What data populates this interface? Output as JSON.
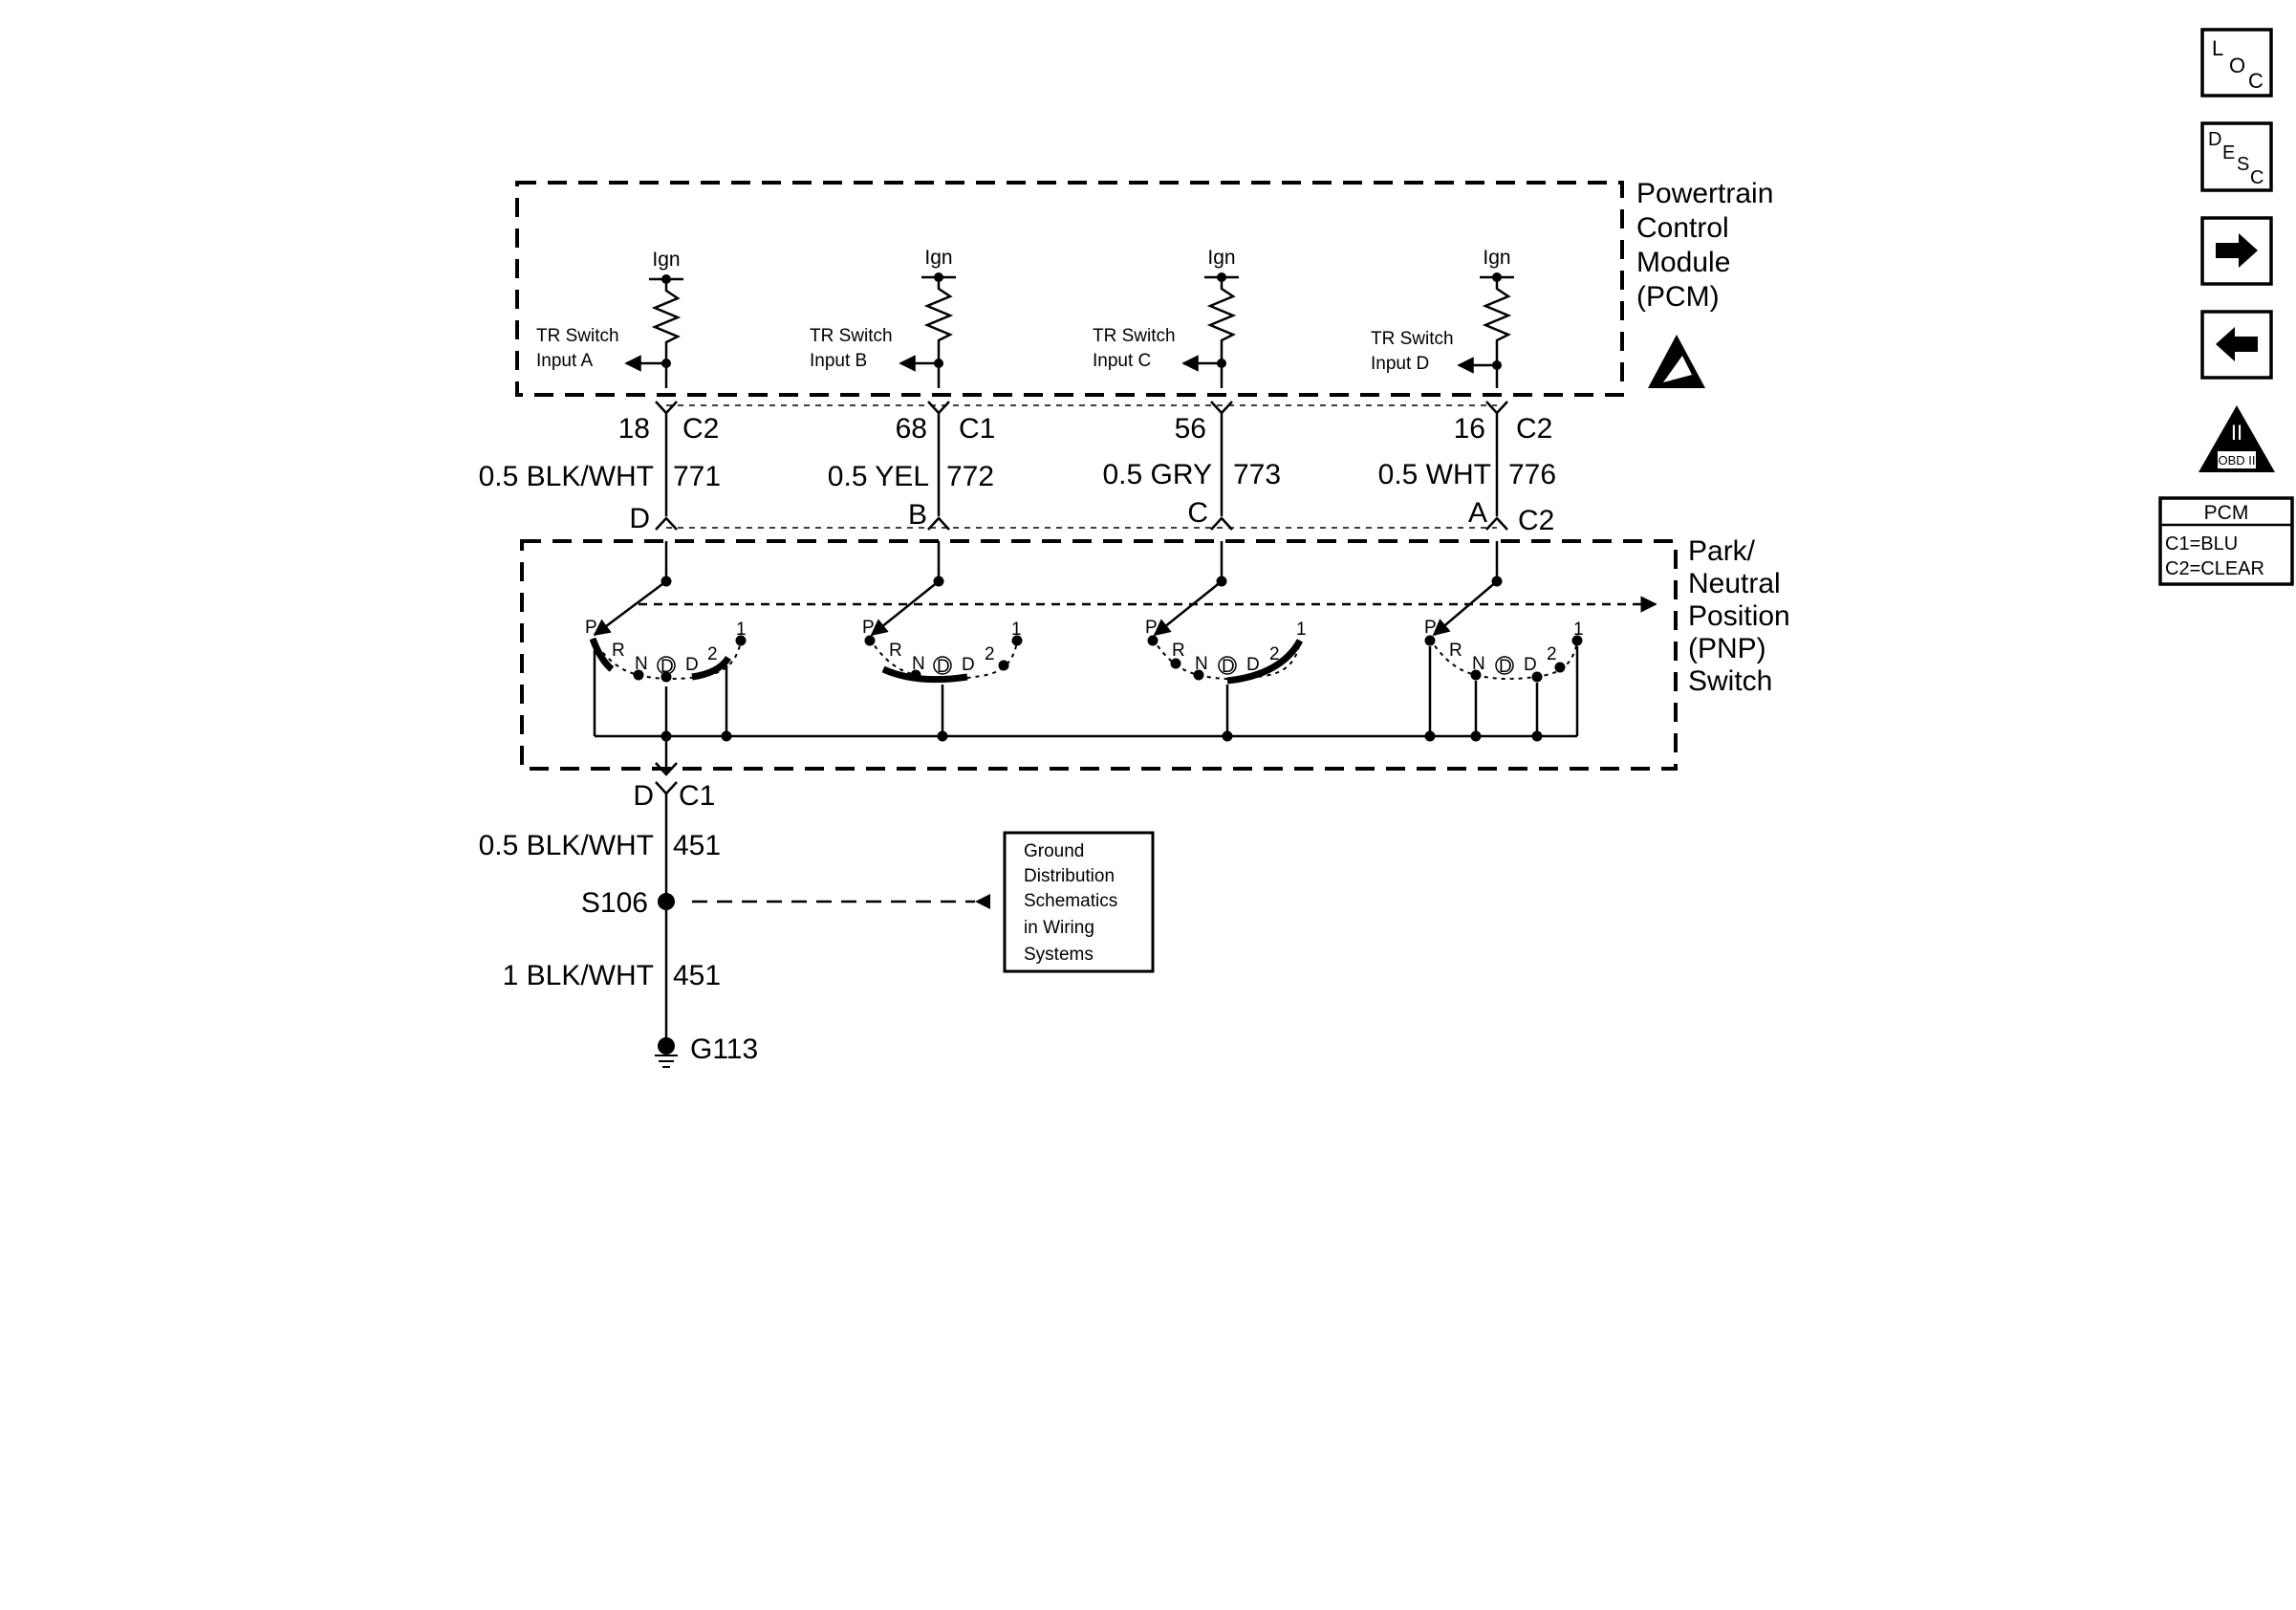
{
  "pcm": {
    "title_lines": [
      "Powertrain",
      "Control",
      "Module",
      "(PCM)"
    ],
    "inputs": [
      {
        "ign": "Ign",
        "label1": "TR Switch",
        "label2": "Input A",
        "pin": "18",
        "conn": "C2",
        "wire_size_color": "0.5 BLK/WHT",
        "circuit": "771",
        "pnp_pin": "D"
      },
      {
        "ign": "Ign",
        "label1": "TR Switch",
        "label2": "Input B",
        "pin": "68",
        "conn": "C1",
        "wire_size_color": "0.5 YEL",
        "circuit": "772",
        "pnp_pin": "B"
      },
      {
        "ign": "Ign",
        "label1": "TR Switch",
        "label2": "Input C",
        "pin": "56",
        "conn": "",
        "wire_size_color": "0.5 GRY",
        "circuit": "773",
        "pnp_pin": "C"
      },
      {
        "ign": "Ign",
        "label1": "TR Switch",
        "label2": "Input D",
        "pin": "16",
        "conn": "C2",
        "wire_size_color": "0.5 WHT",
        "circuit": "776",
        "pnp_pin": "A"
      }
    ]
  },
  "pnp": {
    "title_lines": [
      "Park/",
      "Neutral",
      "Position",
      "(PNP)",
      "Switch"
    ],
    "connector_label": "C2",
    "positions": [
      "P",
      "R",
      "N",
      "D",
      "D",
      "2",
      "1"
    ]
  },
  "ground_path": {
    "connector_pin": "D",
    "connector": "C1",
    "wire1_size_color": "0.5 BLK/WHT",
    "wire1_circuit": "451",
    "splice": "S106",
    "wire2_size_color": "1 BLK/WHT",
    "wire2_circuit": "451",
    "ground": "G113"
  },
  "ground_ref_box": {
    "lines": [
      "Ground",
      "Distribution",
      "Schematics",
      "in Wiring",
      "Systems"
    ]
  },
  "nav": {
    "loc": {
      "l1": "L",
      "l2": "O",
      "l3": "C"
    },
    "desc": {
      "l1": "D",
      "l2": "E",
      "l3": "S",
      "l4": "C"
    },
    "obd_numeral": "II",
    "obd_label": "OBD II",
    "pcm_box": {
      "title": "PCM",
      "line1": "C1=BLU",
      "line2": "C2=CLEAR"
    }
  }
}
